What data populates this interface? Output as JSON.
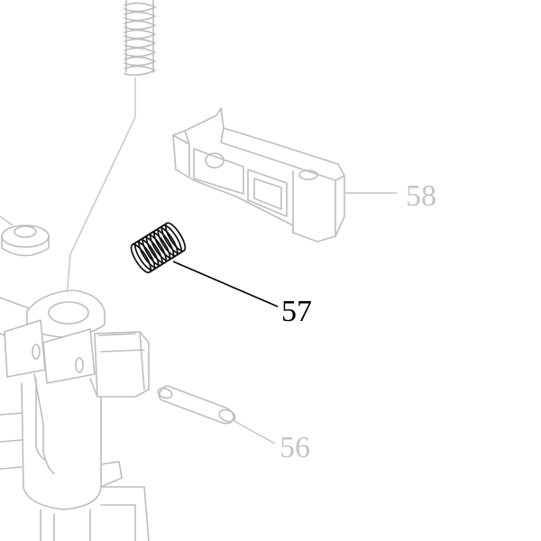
{
  "callouts": {
    "part_56": "56",
    "part_57": "57",
    "part_58": "58"
  },
  "colors": {
    "highlighted_part": "#000000",
    "context_parts": "#bdbdbd"
  }
}
